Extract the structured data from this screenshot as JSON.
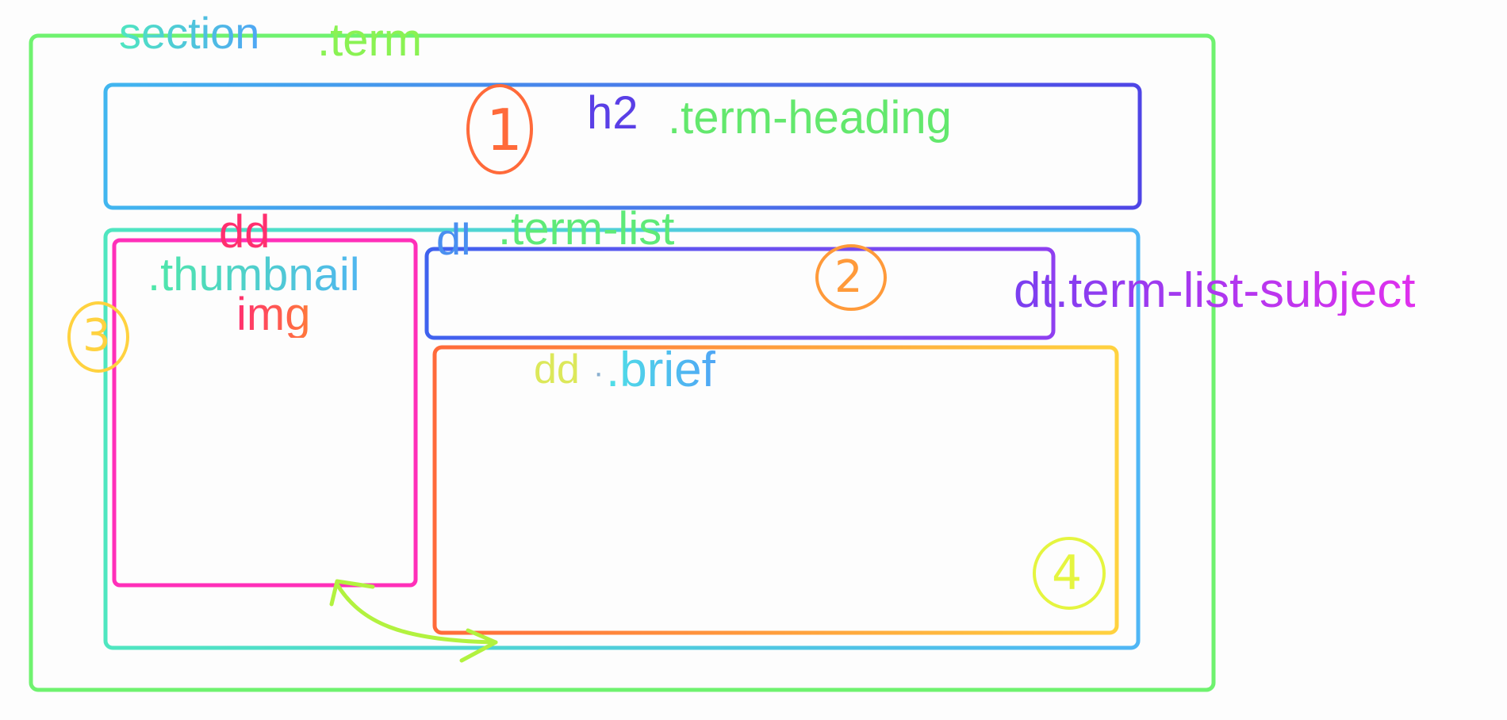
{
  "colors": {
    "section": "#6ff26f",
    "heading": [
      "#41b6ef",
      "#4f45e6"
    ],
    "term_list": [
      "#4fe6c0",
      "#4fb6f5"
    ],
    "thumbnail": "#ff2fb9",
    "subject": [
      "#3f62ee",
      "#8f3ff0"
    ],
    "brief": [
      "#ff6a3a",
      "#ffd23f"
    ],
    "arrow": "#b2f23f",
    "number_1": "#ff6a3a",
    "number_2": "#ff9a3a",
    "number_3": "#ffd23f",
    "number_4": "#e5f53f"
  },
  "labels": {
    "section_tag": "section",
    "section_class": ".term",
    "heading_tag": "h2",
    "heading_class": ".term-heading",
    "term_list_tag": "dl",
    "term_list_class": ".term-list",
    "thumbnail_tag": "dd",
    "thumbnail_class": ".thumbnail",
    "thumbnail_child": "img",
    "subject_tag": "dt",
    "subject_class": ".term-list-subject",
    "brief_tag": "dd",
    "brief_dot": "·",
    "brief_class": ".brief"
  },
  "numbers": {
    "heading": "1",
    "subject": "2",
    "thumbnail": "3",
    "brief": "4"
  }
}
